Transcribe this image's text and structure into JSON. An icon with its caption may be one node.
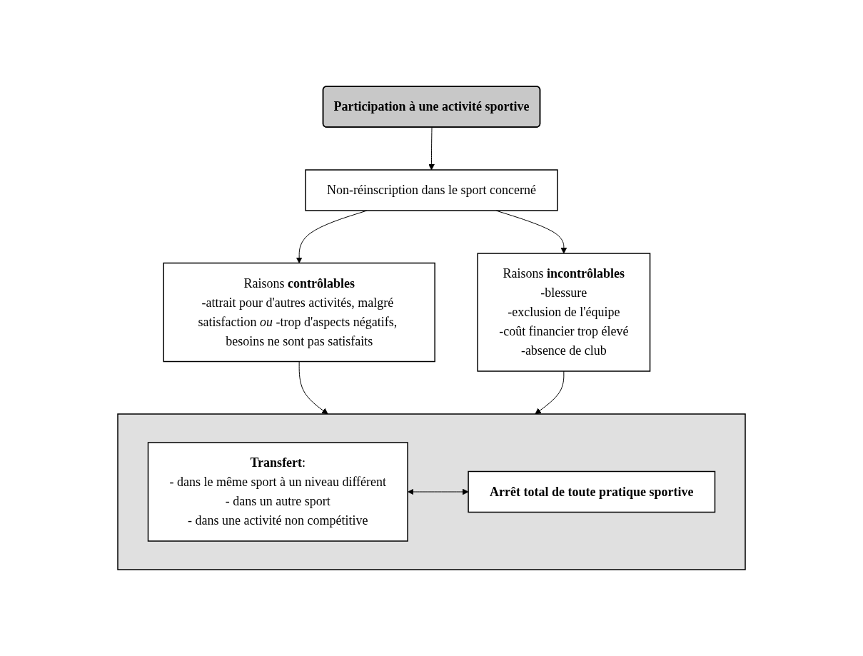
{
  "diagram": {
    "nodes": [
      {
        "text": [
          "Participation à une activité sportive"
        ]
      },
      {
        "text": [
          "Non-réinscription dans le sport concerné"
        ]
      },
      {
        "text": [
          "Raisons **contrôlables**",
          "-attrait pour d'autres activités, malgré satisfaction *ou* -trop d'aspects négatifs, besoins ne sont pas satisfaits"
        ]
      },
      {
        "text": [
          "Raisons **incontrôlables**",
          "-blessure",
          "-exclusion de l'équipe",
          "-coût financier trop élevé",
          "-absence de club"
        ]
      },
      {
        "text": [],
        "shape": "box"
      },
      {
        "text": [
          "**Transfert**:",
          "- dans le même sport à un niveau différent",
          "- dans un autre sport",
          "- dans une activité non compétitive"
        ],
        "in": 4
      },
      {
        "text": [
          "Arrêt total de toute pratique sportive"
        ],
        "in": 4
      }
    ],
    "edges": [
      {
        "from": 0,
        "to": 1,
        "arrow": "to"
      },
      {
        "from": 1,
        "to": 2,
        "arrow": "to"
      },
      {
        "from": 1,
        "to": 3,
        "arrow": "to"
      },
      {
        "from": 2,
        "to": 4,
        "arrow": "to"
      },
      {
        "from": 3,
        "to": 4,
        "arrow": "to"
      },
      {
        "from": 5,
        "to": 6,
        "arrow": "both"
      }
    ]
  }
}
